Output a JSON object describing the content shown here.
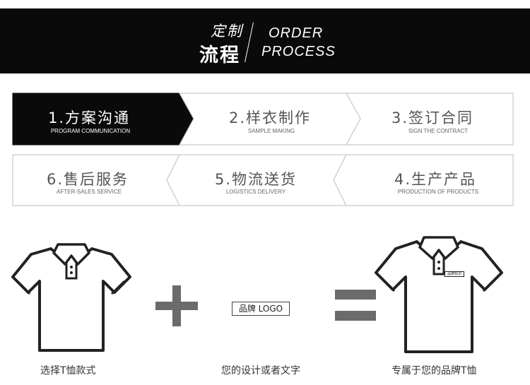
{
  "header": {
    "title_cn_top": "定制",
    "title_cn_bottom": "流程",
    "title_en_top": "ORDER",
    "title_en_bottom": "PROCESS"
  },
  "steps": [
    {
      "label": "1.方案沟通",
      "sub": "PROGRAM COMMUNICATION",
      "active": true
    },
    {
      "label": "2.样衣制作",
      "sub": "SAMPLE MAKING",
      "active": false
    },
    {
      "label": "3.签订合同",
      "sub": "SIGN THE CONTRACT",
      "active": false
    },
    {
      "label": "4.生产产品",
      "sub": "PRODUCTION OF PRODUCTS",
      "active": false
    },
    {
      "label": "5.物流送货",
      "sub": "LOGISTICS DELIVERY",
      "active": false
    },
    {
      "label": "6.售后服务",
      "sub": "AFTER-SALES SERVICE",
      "active": false
    }
  ],
  "bottom": {
    "left_caption": "选择T恤款式",
    "logo_text": "品牌 LOGO",
    "middle_caption": "您的设计或者文字",
    "right_caption": "专属于您的品牌T恤",
    "tag_text": "品牌标识"
  },
  "colors": {
    "header_bg": "#0a0a0a",
    "active_step_bg": "#0a0a0a",
    "step_border": "#c9c9c9",
    "operator_gray": "#6b6b6b"
  }
}
